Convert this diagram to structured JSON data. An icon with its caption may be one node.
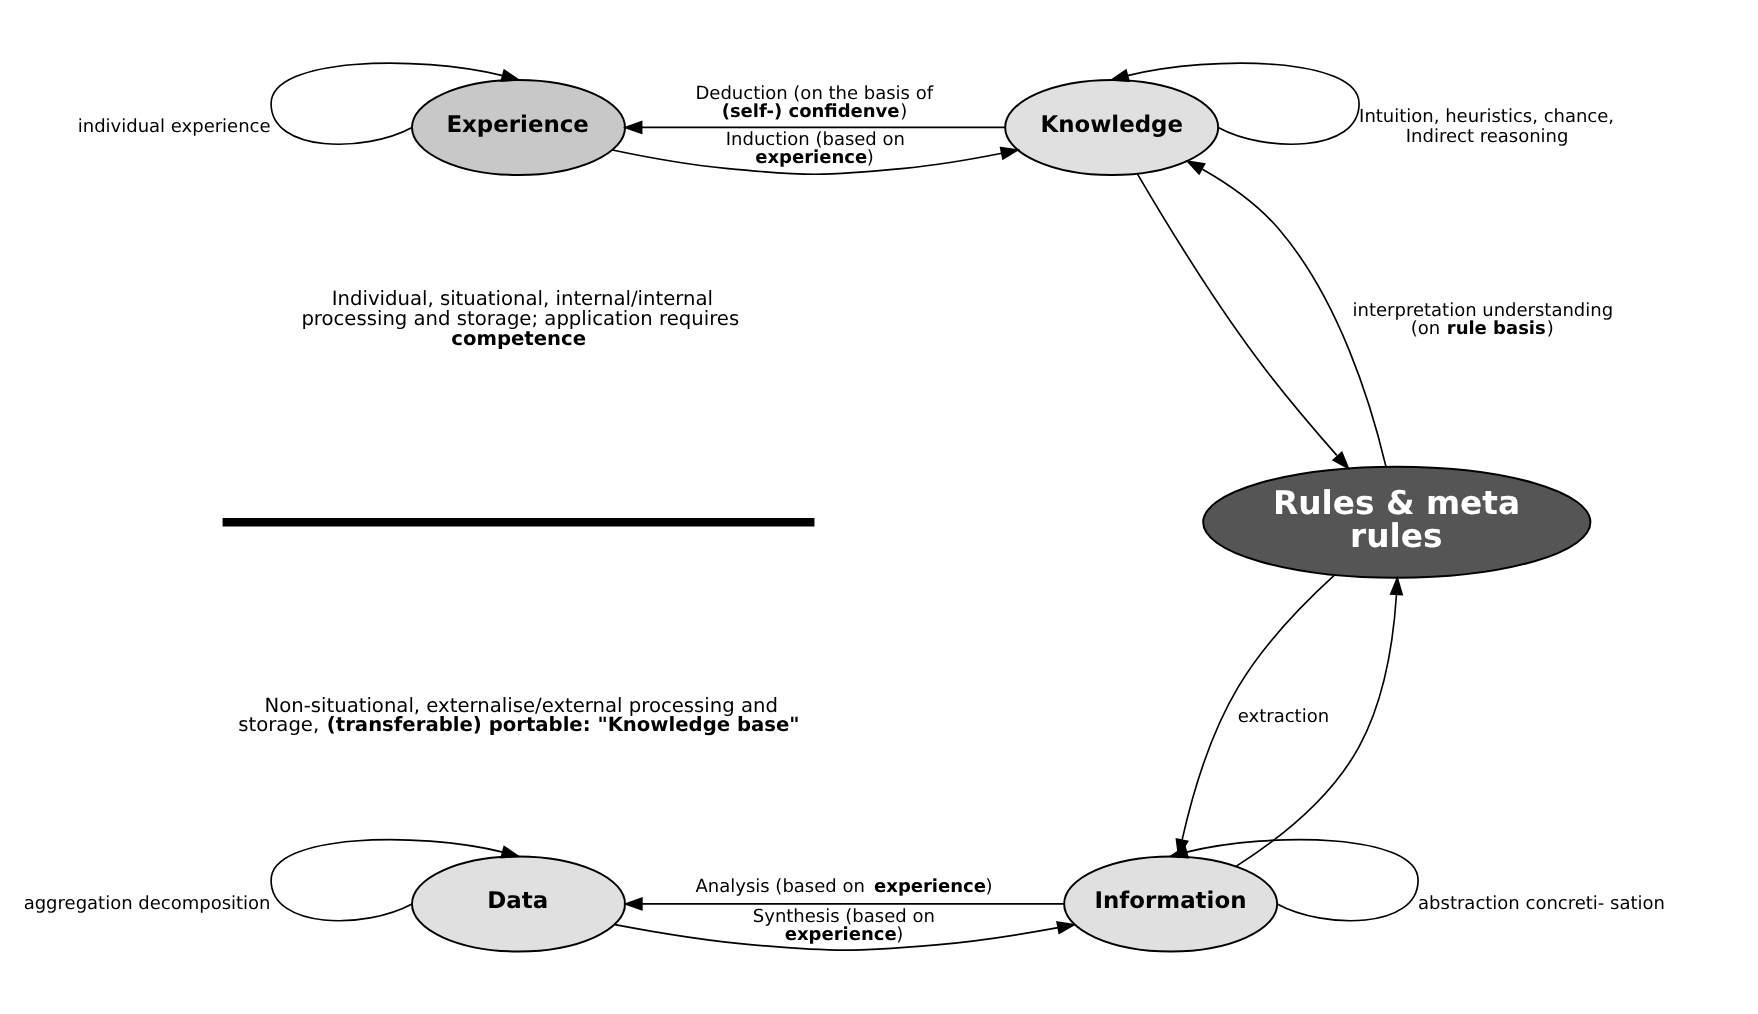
{
  "diagram": {
    "nodes": [
      {
        "text": [
          "Experience"
        ]
      },
      {
        "text": [
          "Knowledge"
        ]
      },
      {
        "text": [
          "Rules & meta rules"
        ]
      },
      {
        "text": [
          "Data"
        ]
      },
      {
        "text": [
          "Information"
        ]
      }
    ],
    "edges": [
      {
        "from": 0,
        "to": 0,
        "arrow": "to",
        "label": "individual experience"
      },
      {
        "from": 1,
        "to": 1,
        "arrow": "to",
        "label": "Intuition, heuristics, chance, Indirect reasoning"
      },
      {
        "from": 0,
        "to": 1,
        "arrow": "to",
        "label": "Induction (based on **experience**)"
      },
      {
        "from": 1,
        "to": 0,
        "arrow": "to",
        "label": "Deduction (on the basis of **(self-) confidenve**)"
      },
      {
        "from": 1,
        "to": 2,
        "arrow": "to"
      },
      {
        "from": 2,
        "to": 1,
        "arrow": "to",
        "label": "interpretation understanding (on **rule basis**)"
      },
      {
        "from": 2,
        "to": 4,
        "arrow": "to",
        "label": "extraction"
      },
      {
        "from": 4,
        "to": 2,
        "arrow": "to"
      },
      {
        "from": 3,
        "to": 4,
        "arrow": "to",
        "label": "Synthesis (based on **experience**)"
      },
      {
        "from": 4,
        "to": 3,
        "arrow": "to",
        "label": "Analysis (based on **experience**)"
      },
      {
        "from": 3,
        "to": 3,
        "arrow": "to",
        "label": "aggregation decomposition"
      },
      {
        "from": 4,
        "to": 4,
        "arrow": "to",
        "label": "abstraction concreti- sation"
      }
    ],
    "labels": [
      "Individual, situational, internal/internal processing and storage; application requires **competence**",
      "Non-situational, externalise/external processing and storage, **(transferable) portable: \"Knowledge base\"**"
    ]
  }
}
